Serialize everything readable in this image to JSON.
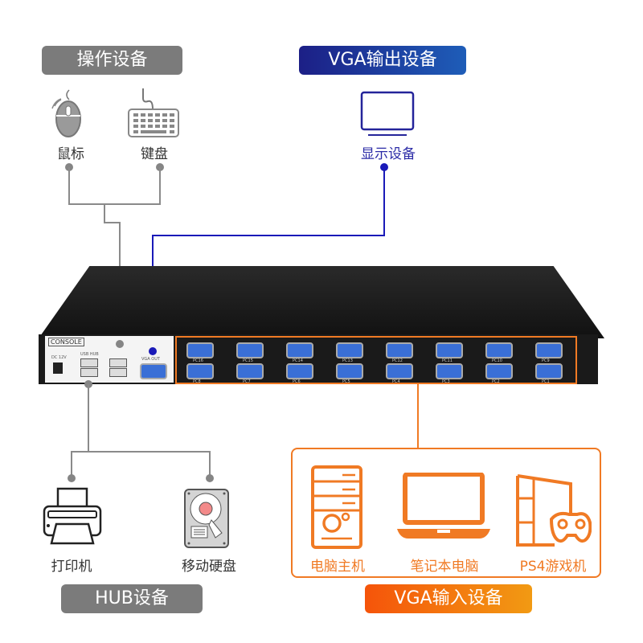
{
  "groups": {
    "operation": {
      "title": "操作设备",
      "items": [
        "鼠标",
        "键盘"
      ]
    },
    "vga_out": {
      "title": "VGA输出设备",
      "items": [
        "显示设备"
      ]
    },
    "hub": {
      "title": "HUB设备",
      "items": [
        "打印机",
        "移动硬盘"
      ]
    },
    "vga_in": {
      "title": "VGA输入设备",
      "items": [
        "电脑主机",
        "笔记本电脑",
        "PS4游戏机"
      ]
    }
  },
  "device": {
    "console_label": "CONSOLE",
    "dc_label": "DC 12V",
    "usb_hub_label": "USB HUB",
    "vga_out_label": "VGA OUT",
    "ports_top": [
      "PC16",
      "PC15",
      "PC14",
      "PC13",
      "PC12",
      "PC11",
      "PC10",
      "PC9"
    ],
    "ports_bottom": [
      "PC8",
      "PC7",
      "PC6",
      "PC5",
      "PC4",
      "PC3",
      "PC2",
      "PC1"
    ]
  },
  "colors": {
    "gray": "#7b7b7b",
    "blue": "#1c1f86",
    "orange": "#f07a24"
  }
}
